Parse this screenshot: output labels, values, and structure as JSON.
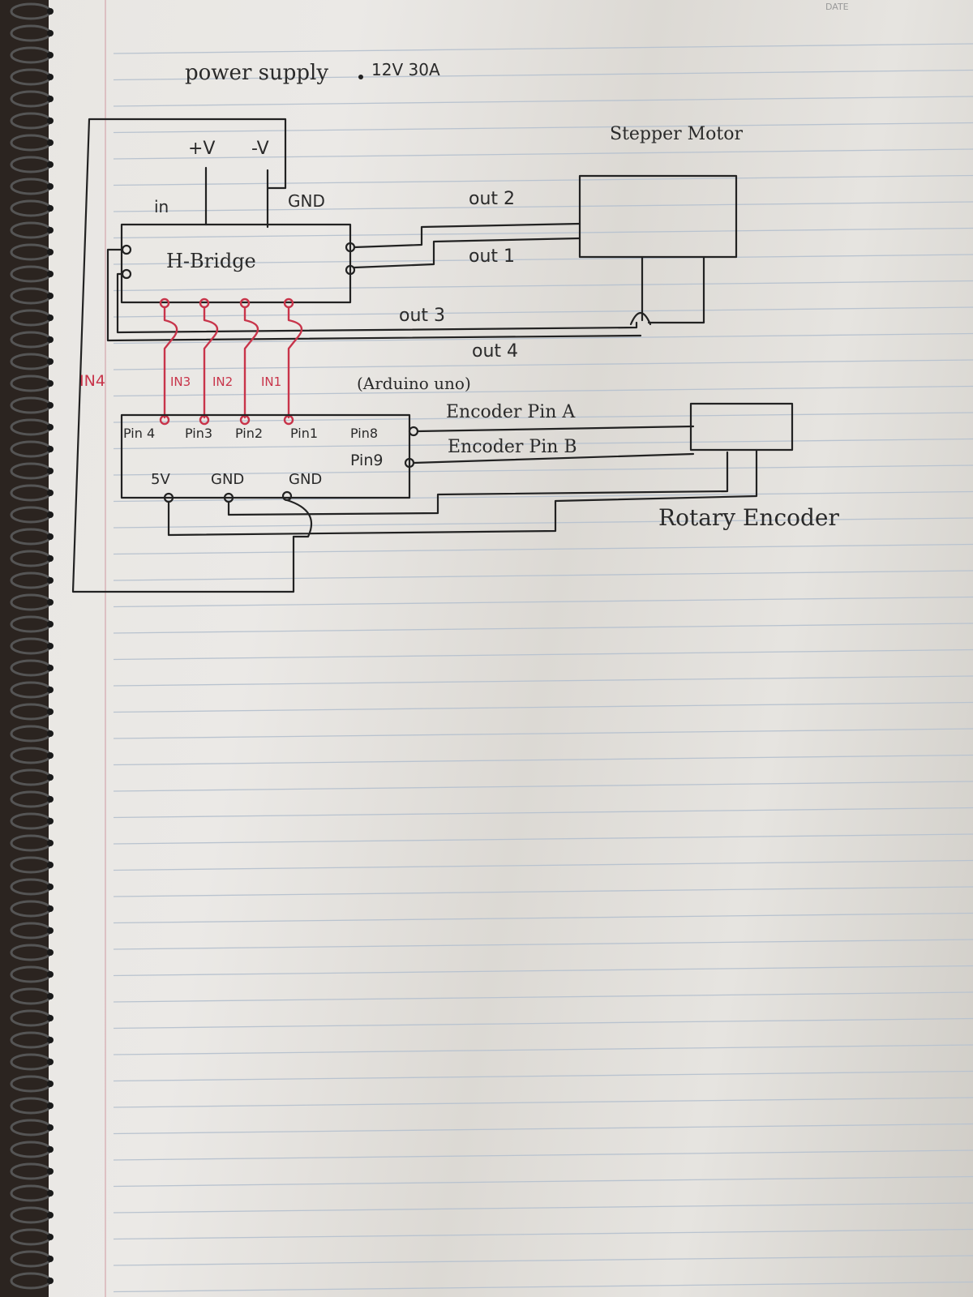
{
  "header": {
    "date_label": "DATE"
  },
  "diagram": {
    "power_supply": {
      "label": "power supply",
      "rating": "12V 30A",
      "plus_label": "+V",
      "minus_label": "-V"
    },
    "h_bridge": {
      "label": "H-Bridge",
      "in_label": "in",
      "gnd_label": "GND"
    },
    "stepper_motor": {
      "label": "Stepper Motor"
    },
    "outputs": {
      "out1": "out 1",
      "out2": "out 2",
      "out3": "out 3",
      "out4": "out 4"
    },
    "inputs": {
      "in1": "IN1",
      "in2": "IN2",
      "in3": "IN3",
      "in4": "IN4"
    },
    "arduino": {
      "label": "(Arduino uno)",
      "pin4": "Pin 4",
      "pin3": "Pin3",
      "pin2": "Pin2",
      "pin1": "Pin1",
      "pin8": "Pin8",
      "pin9": "Pin9",
      "v5": "5V",
      "gnd1": "GND",
      "gnd2": "GND"
    },
    "encoder": {
      "pin_a": "Encoder Pin A",
      "pin_b": "Encoder Pin B",
      "label": "Rotary Encoder"
    }
  },
  "colors": {
    "ink": "#222222",
    "red_ink": "#c8344a",
    "ruling": "#b9c3cf"
  }
}
